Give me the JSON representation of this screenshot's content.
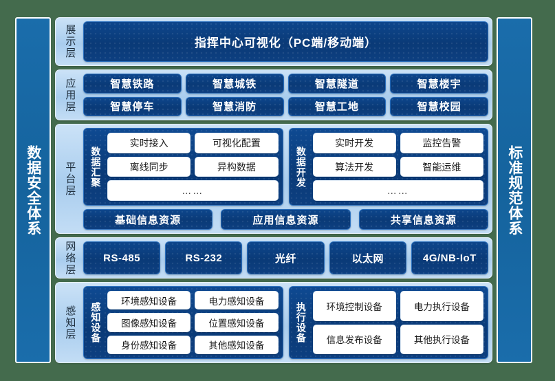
{
  "pillars": {
    "left": {
      "label": "数据安全体系"
    },
    "right": {
      "label": "标准规范体系"
    }
  },
  "layers": {
    "display": {
      "label": "展示层",
      "banner": "指挥中心可视化（PC端/移动端）"
    },
    "application": {
      "label": "应用层",
      "rows": [
        [
          "智慧铁路",
          "智慧城铁",
          "智慧隧道",
          "智慧楼宇"
        ],
        [
          "智慧停车",
          "智慧消防",
          "智慧工地",
          "智慧校园"
        ]
      ]
    },
    "platform": {
      "label": "平台层",
      "modules": [
        {
          "title": "数据汇聚",
          "rows": [
            [
              "实时接入",
              "可视化配置"
            ],
            [
              "离线同步",
              "异构数据"
            ]
          ],
          "more": "……"
        },
        {
          "title": "数据开发",
          "rows": [
            [
              "实时开发",
              "监控告警"
            ],
            [
              "算法开发",
              "智能运维"
            ]
          ],
          "more": "……"
        }
      ],
      "resources": [
        "基础信息资源",
        "应用信息资源",
        "共享信息资源"
      ]
    },
    "network": {
      "label": "网络层",
      "items": [
        "RS-485",
        "RS-232",
        "光纤",
        "以太网",
        "4G/NB-IoT"
      ]
    },
    "perception": {
      "label": "感知层",
      "modules": [
        {
          "title": "感知设备",
          "rows": [
            [
              "环境感知设备",
              "电力感知设备"
            ],
            [
              "图像感知设备",
              "位置感知设备"
            ],
            [
              "身份感知设备",
              "其他感知设备"
            ]
          ]
        },
        {
          "title": "执行设备",
          "rows": [
            [
              "环境控制设备",
              "电力执行设备"
            ],
            [
              "信息发布设备",
              "其他执行设备"
            ]
          ]
        }
      ]
    }
  },
  "colors": {
    "background": "#446b4d",
    "pillar": "#1a6dab",
    "layer_panel": "#a9cdee",
    "dark_block": "#0a3a77",
    "chip": "#ffffff"
  }
}
